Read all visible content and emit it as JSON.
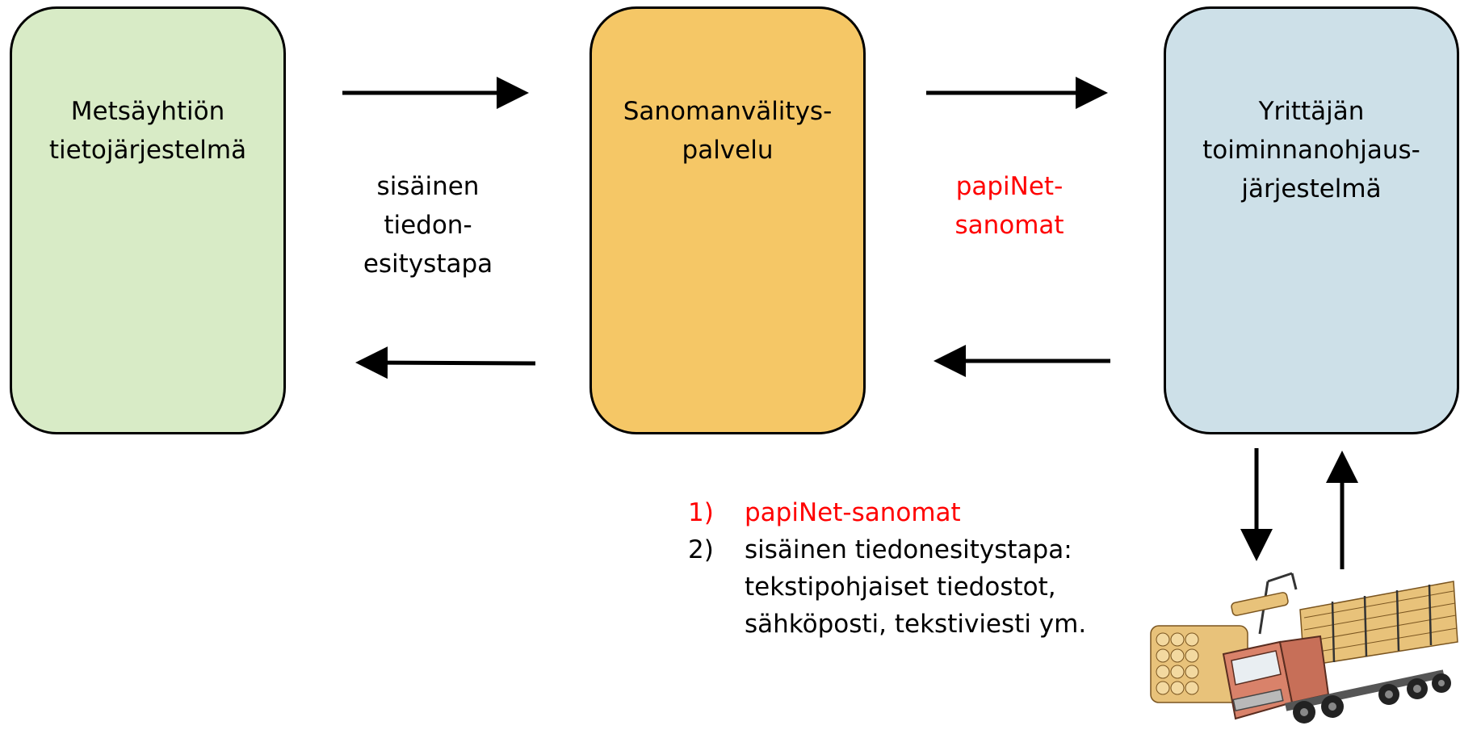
{
  "boxes": {
    "left": {
      "lines": [
        "Metsäyhtiön",
        "tietojärjestelmä"
      ]
    },
    "middle": {
      "lines": [
        "Sanomanvälitys-",
        "palvelu"
      ]
    },
    "right": {
      "lines": [
        "Yrittäjän",
        "toiminnanohjaus-",
        "järjestelmä"
      ]
    }
  },
  "labels": {
    "internal": [
      "sisäinen",
      "tiedon-",
      "esitystapa"
    ],
    "papinet": [
      "papiNet-",
      "sanomat"
    ]
  },
  "legend": [
    {
      "num": "1)",
      "lines": [
        "papiNet-sanomat"
      ]
    },
    {
      "num": "2)",
      "lines": [
        "sisäinen tiedonesitystapa:",
        "tekstipohjaiset tiedostot,",
        "sähköposti, tekstiviesti ym."
      ]
    }
  ],
  "colors": {
    "left_box": "#d8ebc6",
    "middle_box": "#f5c766",
    "right_box": "#cde0e8",
    "highlight": "#ff0000",
    "truck_cab": "#d9826a",
    "logs": "#e8c27a"
  },
  "icons": [
    "truck-with-logs-illustration"
  ]
}
